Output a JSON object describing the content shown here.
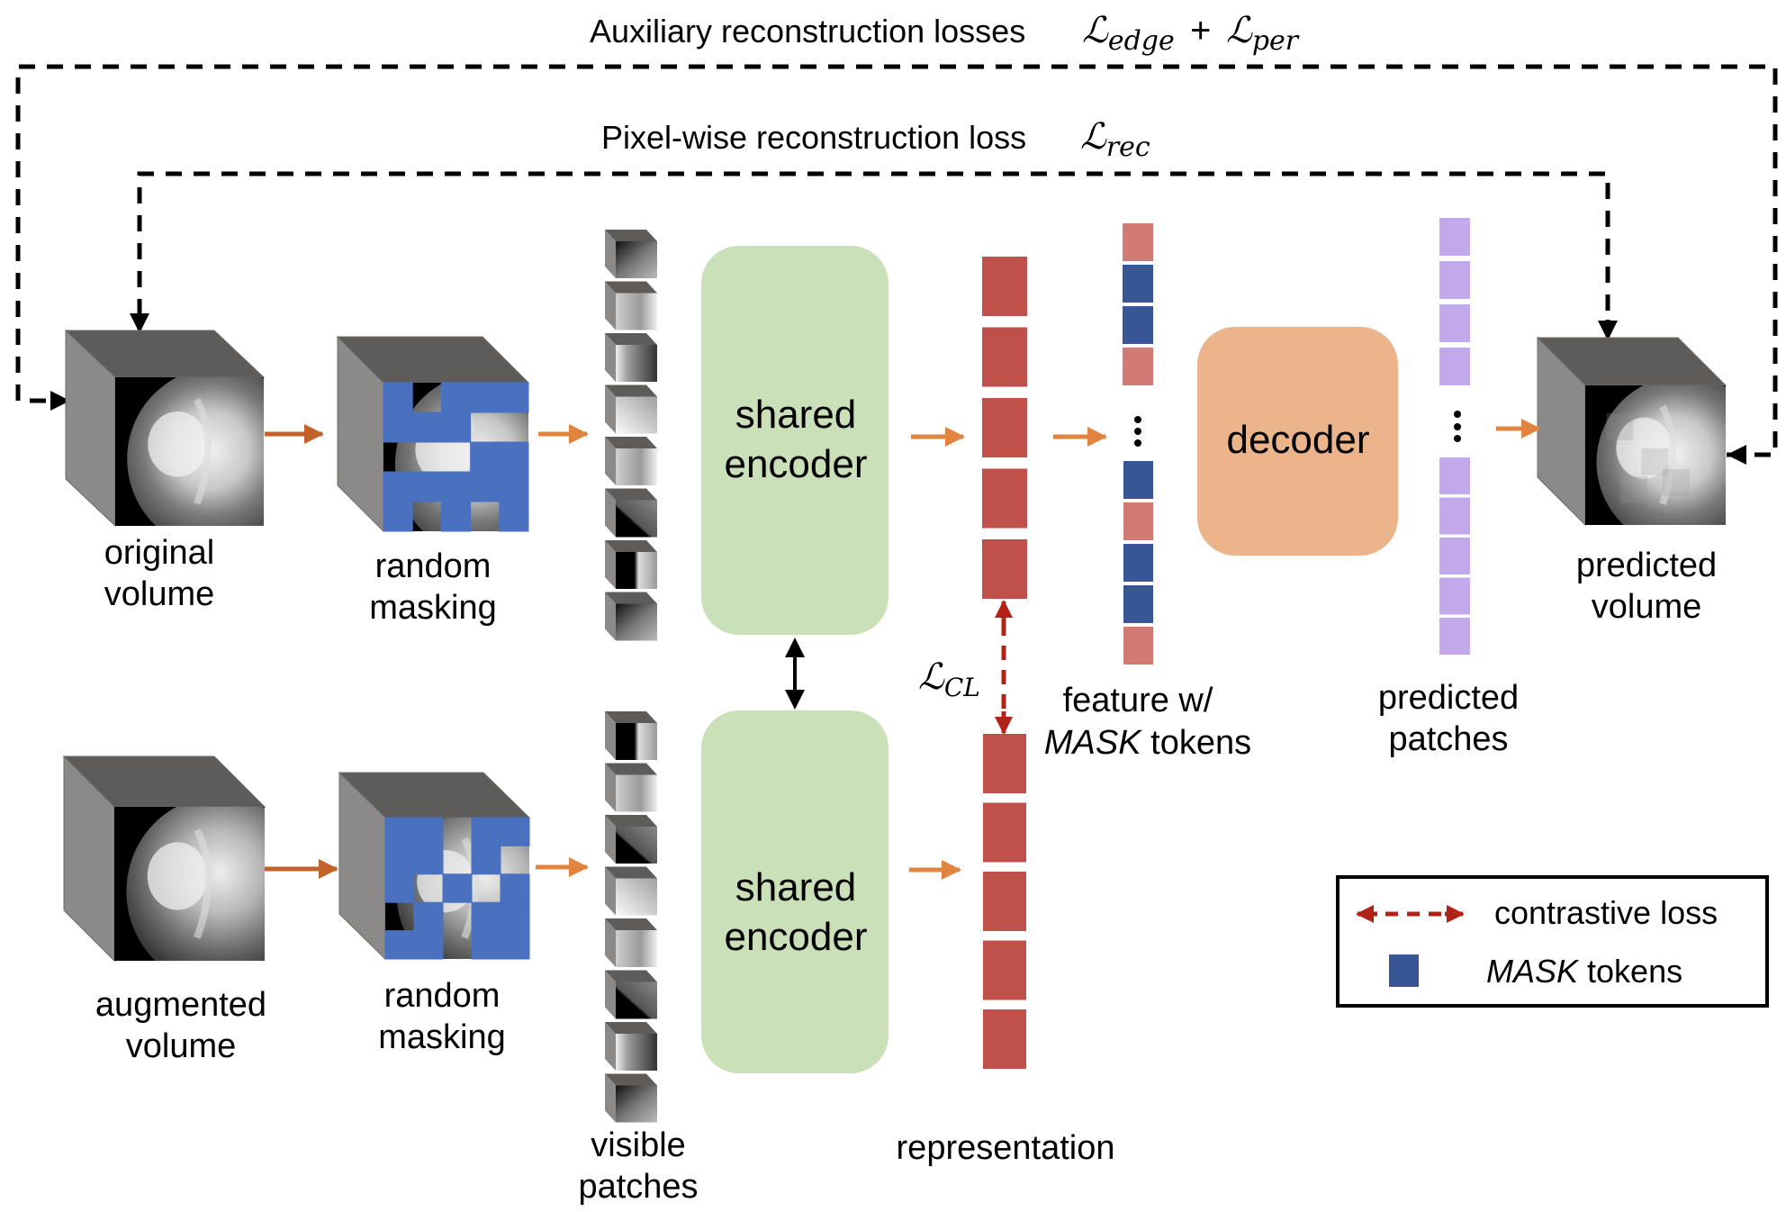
{
  "title_aux": {
    "text": "Auxiliary reconstruction losses",
    "math_1_base": "ℒ",
    "math_1_sub": "edge",
    "math_plus": "+",
    "math_2_base": "ℒ",
    "math_2_sub": "per"
  },
  "title_rec": {
    "text": "Pixel-wise reconstruction loss",
    "math_base": "ℒ",
    "math_sub": "rec"
  },
  "branch_top": {
    "input_label": [
      "original",
      "volume"
    ],
    "masking_label": [
      "random",
      "masking"
    ],
    "encoder_label": [
      "shared",
      "encoder"
    ]
  },
  "branch_bottom": {
    "input_label": [
      "augmented",
      "volume"
    ],
    "masking_label": [
      "random",
      "masking"
    ],
    "encoder_label": [
      "shared",
      "encoder"
    ],
    "patches_label": [
      "visible",
      "patches"
    ],
    "representation_label": "representation"
  },
  "contrastive": {
    "math_base": "ℒ",
    "math_sub": "CL"
  },
  "feature_column": {
    "label_line1": "feature w/",
    "label_line2_italic": "MASK",
    "label_line2_rest": " tokens",
    "tokens_top": [
      "visible",
      "mask",
      "mask",
      "visible"
    ],
    "tokens_bottom": [
      "mask",
      "visible",
      "mask",
      "mask",
      "visible"
    ]
  },
  "decoder": {
    "label": "decoder"
  },
  "predicted_patches": {
    "label": [
      "predicted",
      "patches"
    ],
    "count_top": 4,
    "count_bottom": 5
  },
  "predicted_volume": {
    "label": [
      "predicted",
      "volume"
    ]
  },
  "representation_top": {
    "count": 5
  },
  "representation_bottom": {
    "count": 5
  },
  "visible_patches": {
    "count_top": 8,
    "count_bottom": 8
  },
  "legend": {
    "items": [
      {
        "symbol": "red-dashed-double-arrow",
        "label": "contrastive loss"
      },
      {
        "symbol": "blue-square",
        "label_italic": "MASK",
        "label_rest": " tokens"
      }
    ]
  },
  "colors": {
    "encoder": "#cae0b8",
    "decoder": "#ebb48a",
    "representation": "#c0514a",
    "visible_token": "#d17b74",
    "mask_token": "#385694",
    "mask_block": "#4a70c0",
    "predicted_patch": "#c4a8ec",
    "flow_arrow": "#e0843f",
    "flow_arrow_dark": "#c0622a",
    "contrastive_arrow": "#b02418",
    "cube_side": "#8c8a88",
    "cube_top": "#5e5c5a"
  }
}
